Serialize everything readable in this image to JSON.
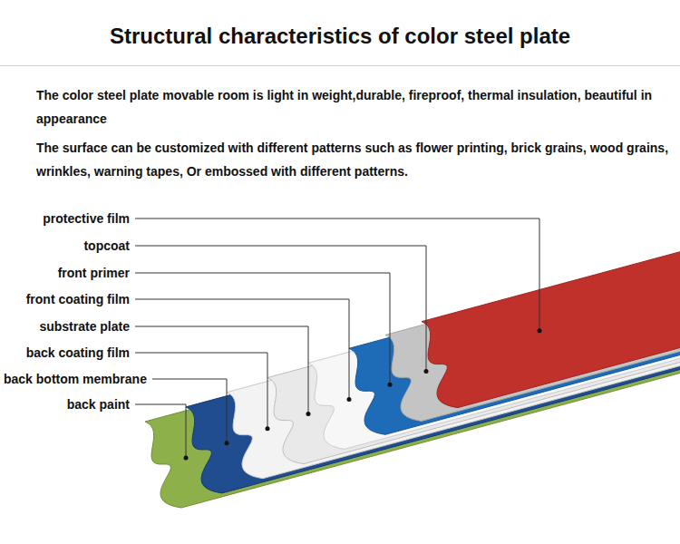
{
  "diagram": {
    "title": "Structural characteristics of color steel plate",
    "labels": [
      "The color steel plate movable room is light in weight,durable, fireproof, thermal insulation, beautiful in appearance",
      "The surface can be customized with different patterns such as flower printing, brick grains, wood grains, wrinkles, warning tapes, Or embossed with different patterns.",
      "protective film",
      "topcoat",
      "front primer",
      "front coating film",
      "substrate plate",
      "back coating film",
      "back bottom membrane",
      "back paint"
    ]
  }
}
